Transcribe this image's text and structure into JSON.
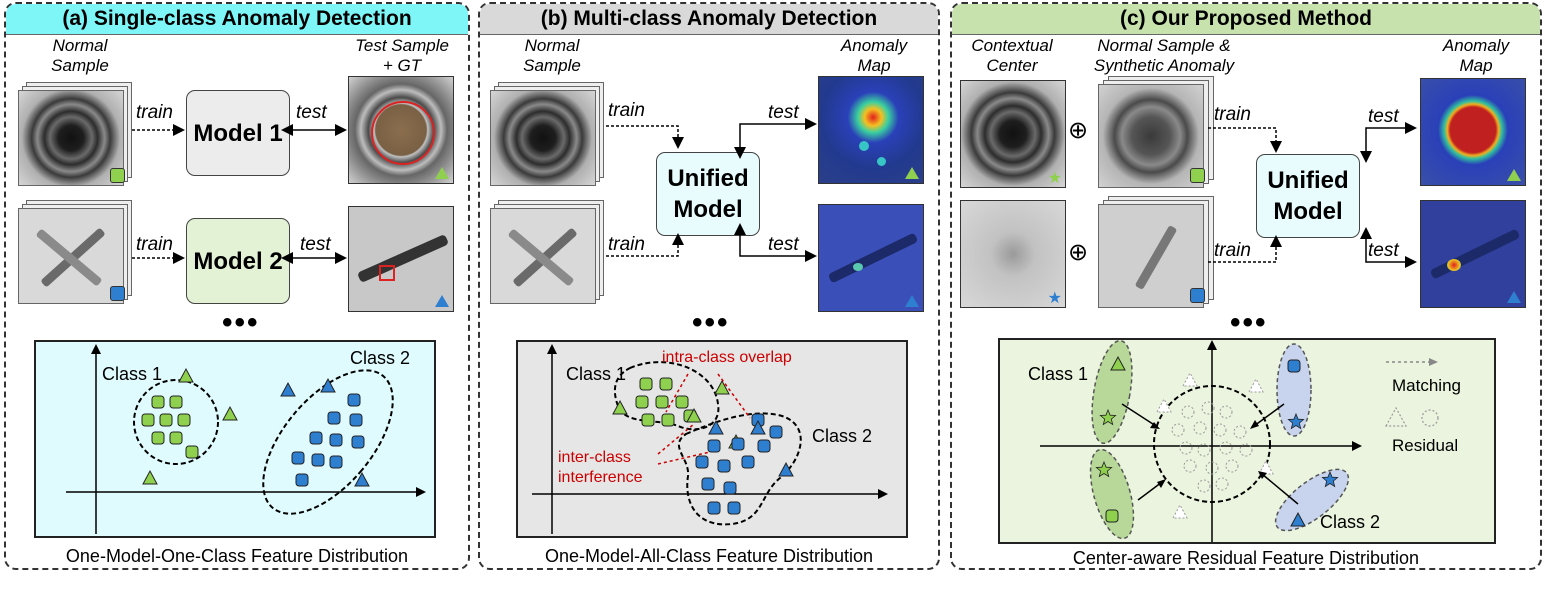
{
  "panels": {
    "a": {
      "title": "(a) Single-class Anomaly Detection",
      "label_normal": "Normal\nSample",
      "label_test": "Test Sample\n+ GT",
      "train": "train",
      "test": "test",
      "model1": "Model 1",
      "model2": "Model 2",
      "dots": "•••",
      "class1": "Class 1",
      "class2": "Class 2",
      "caption": "One-Model-One-Class Feature Distribution",
      "title_bg": "#7ef6f7",
      "feat_bg": "#e0fbfd"
    },
    "b": {
      "title": "(b) Multi-class Anomaly Detection",
      "label_normal": "Normal\nSample",
      "label_map": "Anomaly\nMap",
      "train": "train",
      "test": "test",
      "model": "Unified\nModel",
      "dots": "•••",
      "class1": "Class 1",
      "class2": "Class 2",
      "intra": "intra-class overlap",
      "inter": "inter-class\ninterference",
      "caption": "One-Model-All-Class Feature Distribution",
      "title_bg": "#d9d9d9",
      "feat_bg": "#e6e6e6"
    },
    "c": {
      "title": "(c) Our Proposed Method",
      "label_center": "Contextual\nCenter",
      "label_synth": "Normal Sample &\nSynthetic Anomaly",
      "label_map": "Anomaly\nMap",
      "train": "train",
      "test": "test",
      "model": "Unified\nModel",
      "dots": "•••",
      "class1": "Class 1",
      "class2": "Class 2",
      "matching": "Matching",
      "residual": "Residual",
      "caption": "Center-aware Residual Feature Distribution",
      "title_bg": "#c7e2ad",
      "feat_bg": "#ebf4de"
    }
  },
  "colors": {
    "green": "#8fd14f",
    "blue": "#2f7fd1",
    "red": "#cc0000",
    "model_gray": "#ececec",
    "model_green": "#e3f1d5",
    "model_cyan": "#e9fcfd"
  },
  "icons": [
    "oplus-icon",
    "triangle-marker",
    "square-marker",
    "star-marker"
  ]
}
